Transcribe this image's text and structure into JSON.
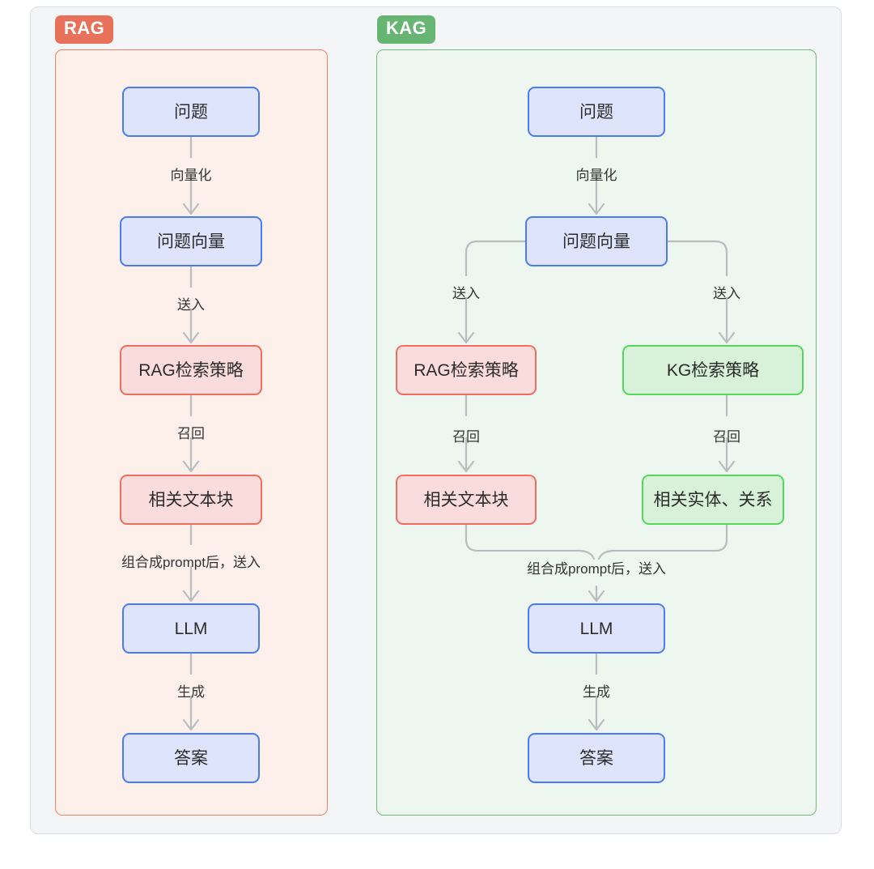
{
  "diagram": {
    "title_rag": "RAG",
    "title_kag": "KAG",
    "rag": {
      "nodes": [
        {
          "id": "r1",
          "label": "问题",
          "style": "blue"
        },
        {
          "id": "r2",
          "label": "问题向量",
          "style": "blue"
        },
        {
          "id": "r3",
          "label": "RAG检索策略",
          "style": "red"
        },
        {
          "id": "r4",
          "label": "相关文本块",
          "style": "red"
        },
        {
          "id": "r5",
          "label": "LLM",
          "style": "blue"
        },
        {
          "id": "r6",
          "label": "答案",
          "style": "blue"
        }
      ],
      "edges": [
        {
          "from": "r1",
          "to": "r2",
          "label": "向量化"
        },
        {
          "from": "r2",
          "to": "r3",
          "label": "送入"
        },
        {
          "from": "r3",
          "to": "r4",
          "label": "召回"
        },
        {
          "from": "r4",
          "to": "r5",
          "label": "组合成prompt后，送入"
        },
        {
          "from": "r5",
          "to": "r6",
          "label": "生成"
        }
      ]
    },
    "kag": {
      "nodes": [
        {
          "id": "k1",
          "label": "问题",
          "style": "blue"
        },
        {
          "id": "k2",
          "label": "问题向量",
          "style": "blue"
        },
        {
          "id": "k3l",
          "label": "RAG检索策略",
          "style": "red"
        },
        {
          "id": "k3r",
          "label": "KG检索策略",
          "style": "green"
        },
        {
          "id": "k4l",
          "label": "相关文本块",
          "style": "red"
        },
        {
          "id": "k4r",
          "label": "相关实体、关系",
          "style": "green"
        },
        {
          "id": "k5",
          "label": "LLM",
          "style": "blue"
        },
        {
          "id": "k6",
          "label": "答案",
          "style": "blue"
        }
      ],
      "edges": [
        {
          "from": "k1",
          "to": "k2",
          "label": "向量化"
        },
        {
          "from": "k2",
          "to": "k3l",
          "label": "送入"
        },
        {
          "from": "k2",
          "to": "k3r",
          "label": "送入"
        },
        {
          "from": "k3l",
          "to": "k4l",
          "label": "召回"
        },
        {
          "from": "k3r",
          "to": "k4r",
          "label": "召回"
        },
        {
          "from": "k4l",
          "to": "k5",
          "label": "组合成prompt后，送入"
        },
        {
          "from": "k4r",
          "to": "k5",
          "label": ""
        },
        {
          "from": "k5",
          "to": "k6",
          "label": "生成"
        }
      ]
    },
    "colors": {
      "rag_badge": "#e8715a",
      "kag_badge": "#67b573",
      "rag_panel_bg": "#fdf0eb",
      "rag_panel_border": "#ee8268",
      "kag_panel_bg": "#eef7ef",
      "kag_panel_border": "#72b97e",
      "node_blue_bg": "#dfe4fd",
      "node_blue_border": "#4a7bf2",
      "node_red_bg": "#fbdcdc",
      "node_red_border": "#ef6e63",
      "node_green_bg": "#d7f2d8",
      "node_green_border": "#54d85b",
      "edge": "#b9bcc0",
      "outer_bg": "#f4f5f7",
      "outer_border": "#d9dce1"
    }
  }
}
